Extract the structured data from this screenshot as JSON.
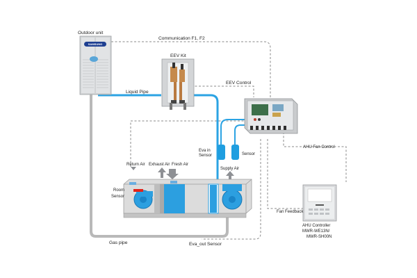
{
  "labels": {
    "outdoor_unit": "Outdoor unit",
    "communication": "Communication F1, F2",
    "eev_kit": "EEV Kit",
    "eev_control": "EEV Control",
    "liquid_pipe": "Liquid Pipe",
    "eva_in_sensor_line1": "Eva in",
    "eva_in_sensor_line2": "Sensor",
    "sensor": "Sensor",
    "ahu_fan_control": "AHU Fan Control",
    "return_air": "Return Air",
    "exhaust_air": "Exhaust Air",
    "fresh_air": "Fresh Air",
    "supply_air": "Supply Air",
    "room_sensor_line1": "Room",
    "room_sensor_line2": "Sensor",
    "fan_feedback": "Fan Feedback",
    "ahu_controller_line1": "AHU Controller",
    "ahu_controller_line2": "MWR-WE13N/",
    "ahu_controller_line3": "MWR-SH00N",
    "gas_pipe": "Gas pipe",
    "eva_out_sensor": "Eva_out Sensor"
  },
  "brand_logo_text": "SAMSUNG",
  "colors": {
    "pipe_blue": "#2ba3e3",
    "sensor_blue": "#1f9ee0",
    "unit_blue": "#2c9fe0",
    "gas_pipe_gray": "#b9b9b9",
    "dashed_line_gray": "#8a8a8a",
    "room_sensor_red": "#e2231a",
    "cabinet_gray": "#d6d6d6"
  }
}
